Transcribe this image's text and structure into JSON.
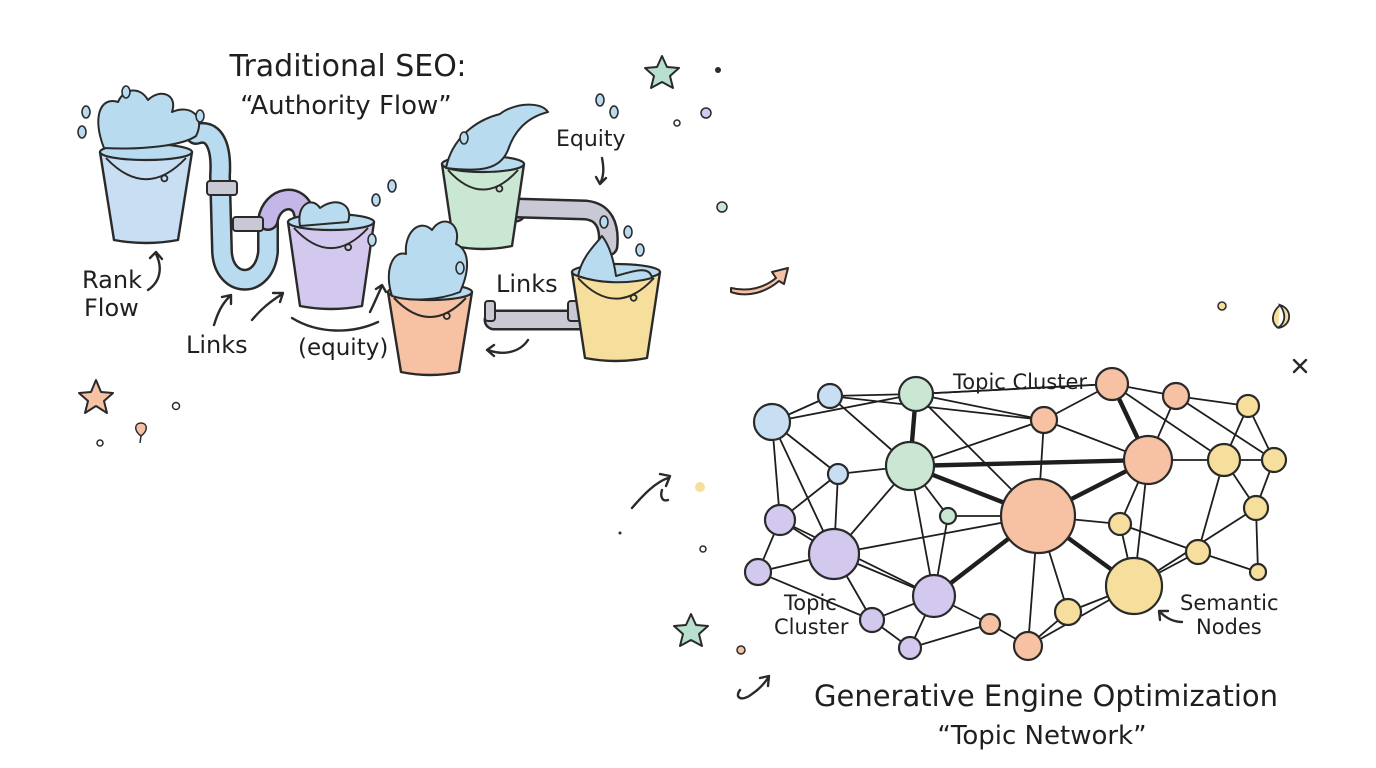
{
  "seo": {
    "title": "Traditional SEO:",
    "subtitle": "“Authority Flow”",
    "labels": {
      "rank": "Rank",
      "flow": "Flow",
      "links_left": "Links",
      "equity_paren": "(equity)",
      "links_right": "Links",
      "equity_top": "Equity"
    }
  },
  "geo": {
    "title": "Generative Engine Optimization",
    "subtitle": "“Topic Network”",
    "labels": {
      "topic_cluster_top": "Topic Cluster",
      "topic": "Topic",
      "cluster": "Cluster",
      "semantic": "Semantic",
      "nodes": "Nodes"
    }
  },
  "colors": {
    "blue": "#c7def3",
    "purple": "#d3c8ee",
    "green": "#c9e7d2",
    "orange": "#f6c2a3",
    "yellow": "#f6df9c",
    "water": "#b9dbef",
    "pipe": "#c9c9d6",
    "pipe_purple": "#c4b6e6"
  },
  "buckets": [
    {
      "name": "blue-bucket",
      "color": "blue"
    },
    {
      "name": "purple-bucket",
      "color": "purple"
    },
    {
      "name": "orange-bucket",
      "color": "orange"
    },
    {
      "name": "green-bucket",
      "color": "green"
    },
    {
      "name": "yellow-bucket",
      "color": "yellow"
    }
  ],
  "network": {
    "node_colors": [
      "blue",
      "purple",
      "green",
      "orange",
      "yellow"
    ]
  }
}
